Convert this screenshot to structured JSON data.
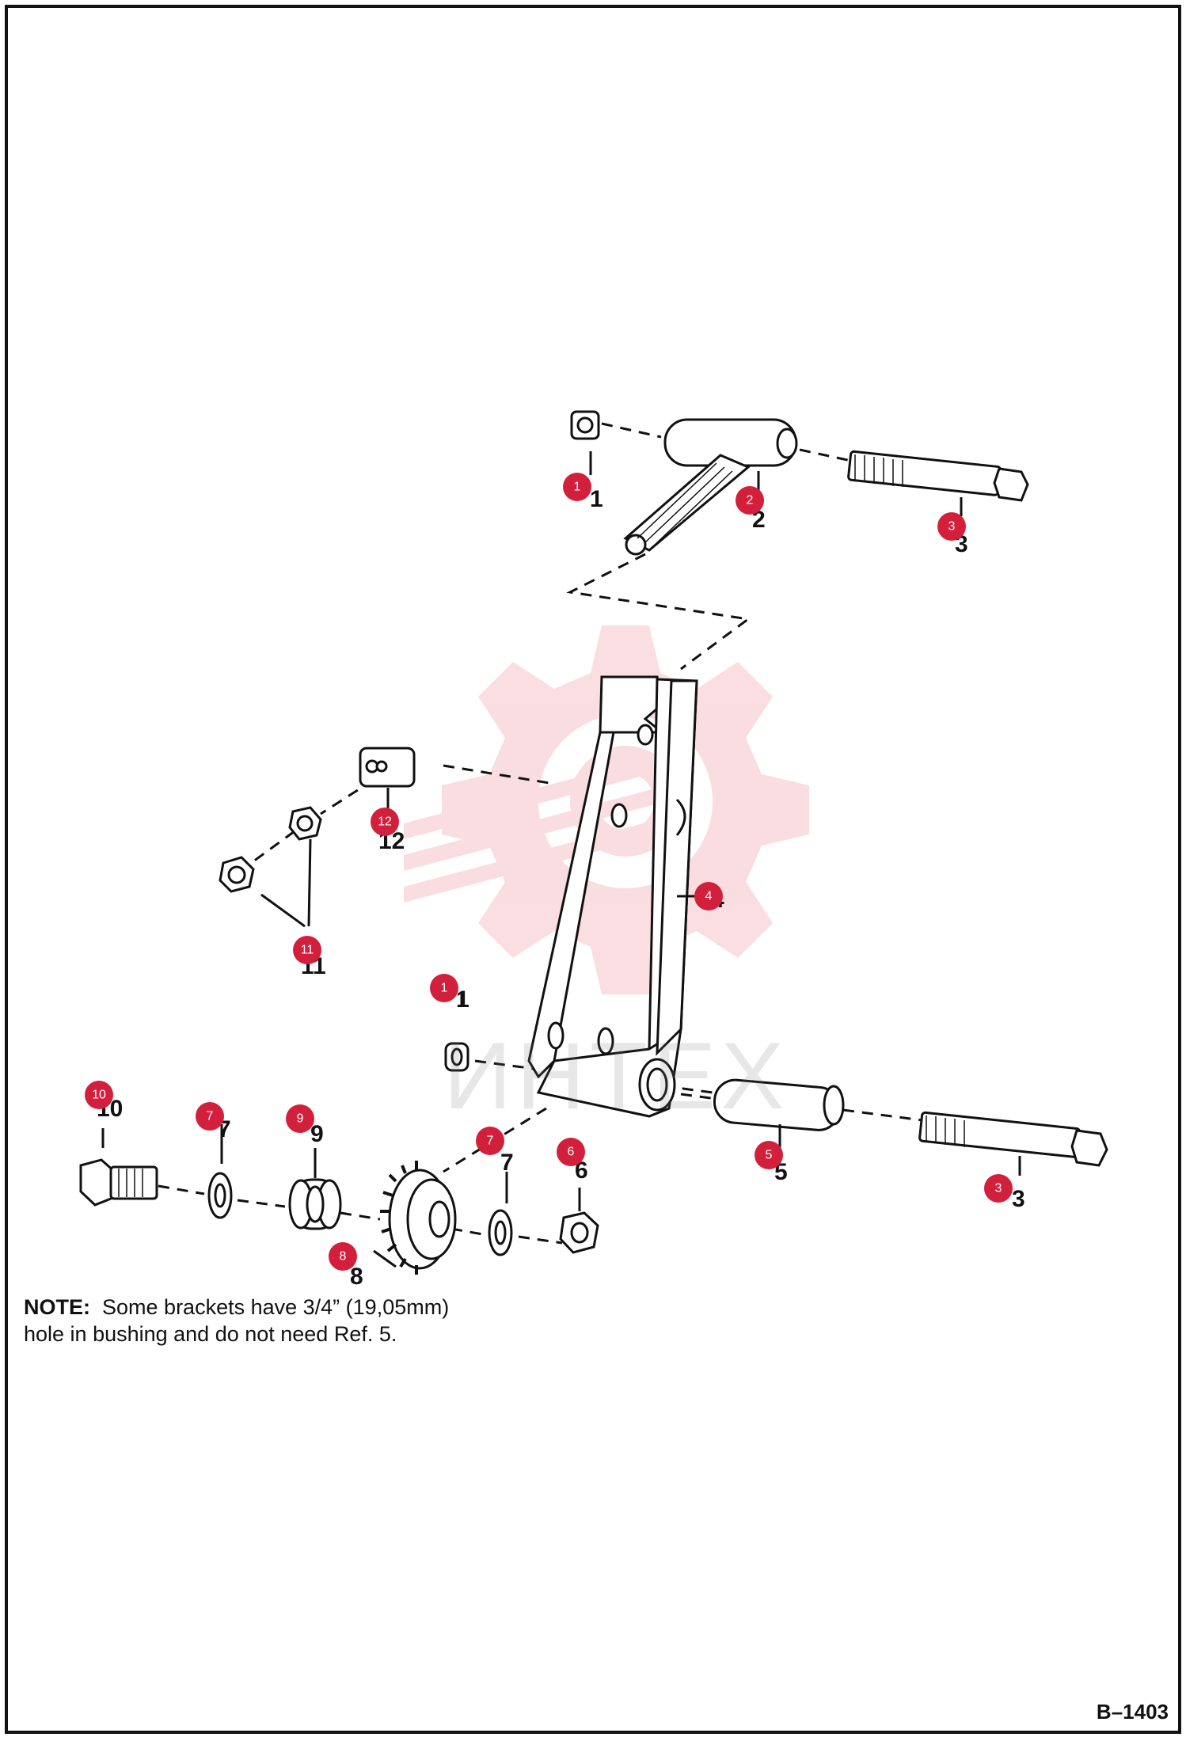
{
  "note": {
    "label": "NOTE:",
    "text_line1": "Some brackets have 3/4” (19,05mm)",
    "text_line2": "hole in bushing and do not need Ref. 5."
  },
  "figure_id": "B–1403",
  "watermark": "ИНТЕХ",
  "callouts": [
    {
      "id": "c1a",
      "label": "1"
    },
    {
      "id": "c2",
      "label": "2"
    },
    {
      "id": "c3a",
      "label": "3"
    },
    {
      "id": "c12",
      "label": "12"
    },
    {
      "id": "c4",
      "label": "4"
    },
    {
      "id": "c11",
      "label": "11"
    },
    {
      "id": "c1b",
      "label": "1"
    },
    {
      "id": "c10",
      "label": "10"
    },
    {
      "id": "c7a",
      "label": "7"
    },
    {
      "id": "c9",
      "label": "9"
    },
    {
      "id": "c7b",
      "label": "7"
    },
    {
      "id": "c6",
      "label": "6"
    },
    {
      "id": "c5",
      "label": "5"
    },
    {
      "id": "c3b",
      "label": "3"
    },
    {
      "id": "c8",
      "label": "8"
    }
  ],
  "part_numbers": {
    "p1a": "1",
    "p2": "2",
    "p3a": "3",
    "p12": "12",
    "p4": "4",
    "p11": "11",
    "p1b": "1",
    "p10": "10",
    "p7a": "7",
    "p9": "9",
    "p7b": "7",
    "p6": "6",
    "p5": "5",
    "p3b": "3",
    "p8": "8"
  },
  "colors": {
    "callout": "#d21f3c",
    "line": "#111111",
    "watermark": "#f2b9bd"
  }
}
